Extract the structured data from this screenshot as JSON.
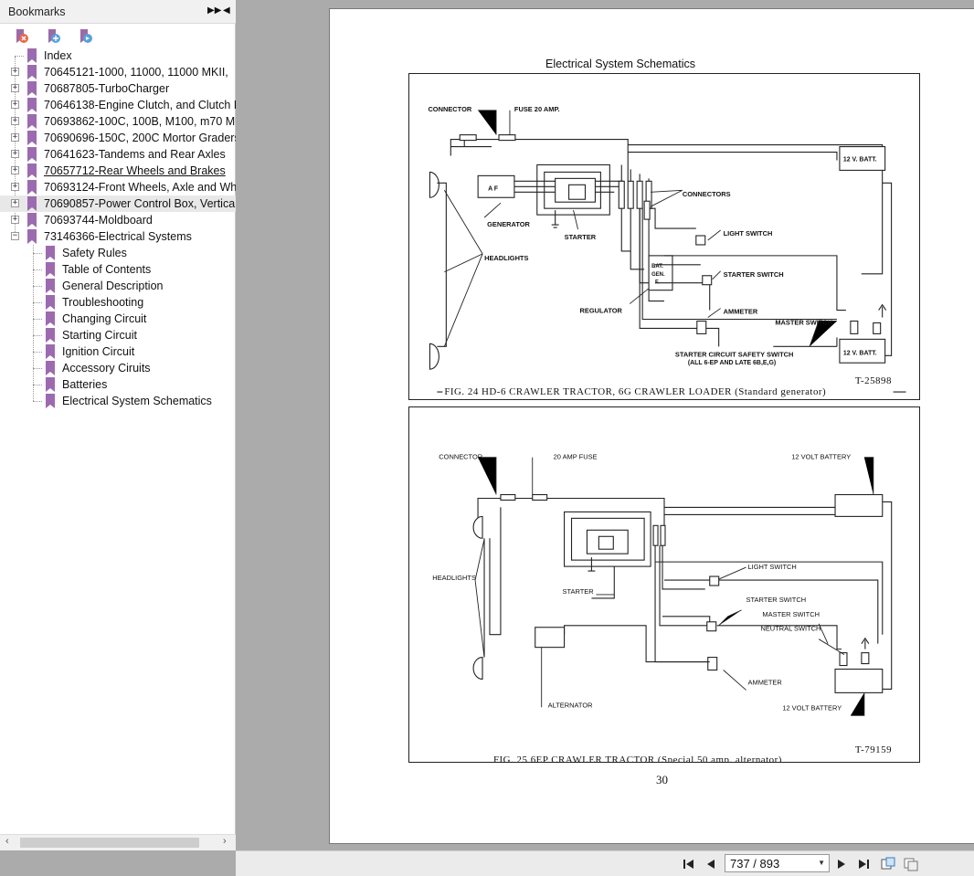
{
  "panel": {
    "title": "Bookmarks",
    "header_buttons": [
      "expand-panel",
      "collapse-panel"
    ],
    "toolbar_icons": [
      "delete-bookmark-icon",
      "add-bookmark-icon",
      "go-to-bookmark-icon"
    ]
  },
  "bookmarks": [
    {
      "label": "Index",
      "level": 0,
      "expandable": false
    },
    {
      "label": "70645121-1000, 11000, 11000 MKII,",
      "level": 0,
      "expandable": true
    },
    {
      "label": "70687805-TurboCharger",
      "level": 0,
      "expandable": true
    },
    {
      "label": "70646138-Engine Clutch, and Clutch I",
      "level": 0,
      "expandable": true
    },
    {
      "label": "70693862-100C, 100B, M100, m70 M",
      "level": 0,
      "expandable": true
    },
    {
      "label": "70690696-150C, 200C Mortor Graders",
      "level": 0,
      "expandable": true
    },
    {
      "label": "70641623-Tandems and Rear Axles",
      "level": 0,
      "expandable": true
    },
    {
      "label": "70657712-Rear Wheels and Brakes",
      "level": 0,
      "expandable": true,
      "underlined": true
    },
    {
      "label": "70693124-Front Wheels, Axle and Wh",
      "level": 0,
      "expandable": true
    },
    {
      "label": "70690857-Power Control Box, Vertica",
      "level": 0,
      "expandable": true,
      "selected": true
    },
    {
      "label": "70693744-Moldboard",
      "level": 0,
      "expandable": true
    },
    {
      "label": "73146366-Electrical Systems",
      "level": 0,
      "expandable": true,
      "expanded": true
    },
    {
      "label": "Safety Rules",
      "level": 1
    },
    {
      "label": "Table of Contents",
      "level": 1
    },
    {
      "label": "General Description",
      "level": 1
    },
    {
      "label": "Troubleshooting",
      "level": 1
    },
    {
      "label": "Changing Circuit",
      "level": 1
    },
    {
      "label": "Starting Circuit",
      "level": 1
    },
    {
      "label": "Ignition Circuit",
      "level": 1
    },
    {
      "label": "Accessory Ciruits",
      "level": 1
    },
    {
      "label": "Batteries",
      "level": 1
    },
    {
      "label": "Electrical System Schematics",
      "level": 1
    }
  ],
  "document": {
    "heading": "Electrical System Schematics",
    "page_number": "30",
    "fig24": {
      "caption": "FIG. 24  HD-6 CRAWLER TRACTOR, 6G CRAWLER LOADER (Standard generator)",
      "ref": "T-25898",
      "labels": {
        "connector": "CONNECTOR",
        "fuse": "FUSE 20 AMP.",
        "battery_top": "12 V. BATT.",
        "generator": "GENERATOR",
        "af": "A F",
        "starter": "STARTER",
        "connectors": "CONNECTORS",
        "headlights": "HEADLIGHTS",
        "light_switch": "LIGHT SWITCH",
        "starter_switch": "STARTER SWITCH",
        "regulator": "REGULATOR",
        "reg_bat": "BAT.",
        "reg_gen": "GEN.",
        "reg_f": "F.",
        "ammeter": "AMMETER",
        "master_switch": "MASTER SWITCH",
        "safety_switch": "STARTER CIRCUIT SAFETY SWITCH",
        "safety_note": "(ALL 6-EP AND LATE 6B,E,G)",
        "battery_bottom": "12 V. BATT."
      }
    },
    "fig25": {
      "caption": "FIG. 25  6EP CRAWLER TRACTOR (Special 50 amp. alternator)",
      "ref": "T-79159",
      "labels": {
        "connector": "CONNECTOR",
        "fuse": "20 AMP FUSE",
        "battery_top": "12 VOLT BATTERY",
        "headlights": "HEADLIGHTS",
        "light_switch": "LIGHT SWITCH",
        "starter": "STARTER",
        "starter_switch": "STARTER SWITCH",
        "master_switch": "MASTER SWITCH",
        "neutral_switch": "NEUTRAL SWITCH",
        "alternator": "ALTERNATOR",
        "ammeter": "AMMETER",
        "battery_bottom": "12 VOLT BATTERY"
      }
    }
  },
  "navigation": {
    "page_display": "737 / 893",
    "buttons": [
      "first-page",
      "previous-page",
      "next-page",
      "last-page",
      "fit-page",
      "fit-width"
    ]
  }
}
